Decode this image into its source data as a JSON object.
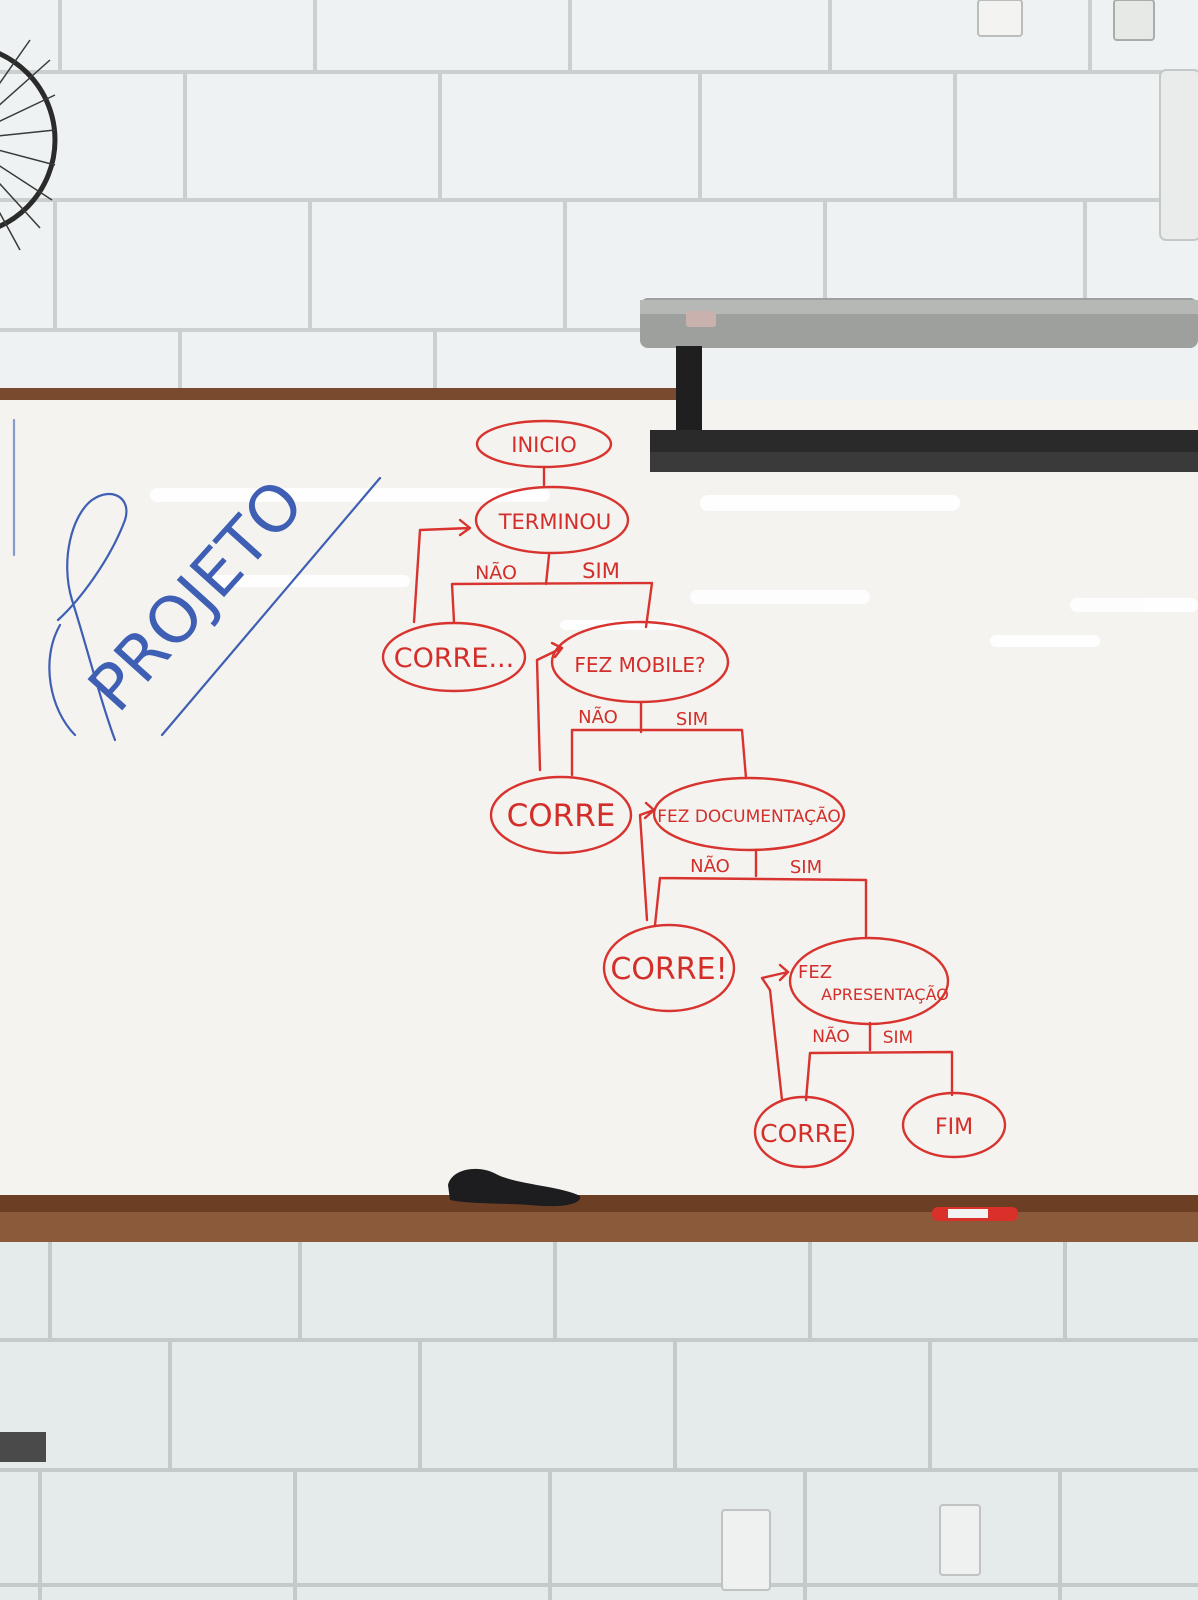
{
  "board": {
    "title": "PROJETO"
  },
  "flowchart": {
    "start": "INICIO",
    "decisions": [
      {
        "question": "TERMINOU",
        "no_label": "NÃO",
        "yes_label": "SIM",
        "no_action": "CORRE..."
      },
      {
        "question": "FEZ MOBILE?",
        "no_label": "NÃO",
        "yes_label": "SIM",
        "no_action": "CORRE"
      },
      {
        "question": "FEZ DOCUMENTAÇÃO",
        "no_label": "NÃO",
        "yes_label": "SIM",
        "no_action": "CORRE!"
      },
      {
        "question_line1": "FEZ",
        "question_line2": "APRESENTAÇÃO",
        "no_label": "NÃO",
        "yes_label": "SIM",
        "no_action": "CORRE"
      }
    ],
    "end": "FIM"
  },
  "colors": {
    "wall": "#e9eeee",
    "whiteboard": "#f4f3ef",
    "board_frame": "#7a4a2e",
    "marker_red": "#d8332e",
    "marker_blue": "#3e5fb3",
    "projector_screen": "#9da09c"
  },
  "icons": [
    "wall-fan-icon",
    "eraser-icon",
    "marker-icon",
    "power-outlet-icon"
  ]
}
